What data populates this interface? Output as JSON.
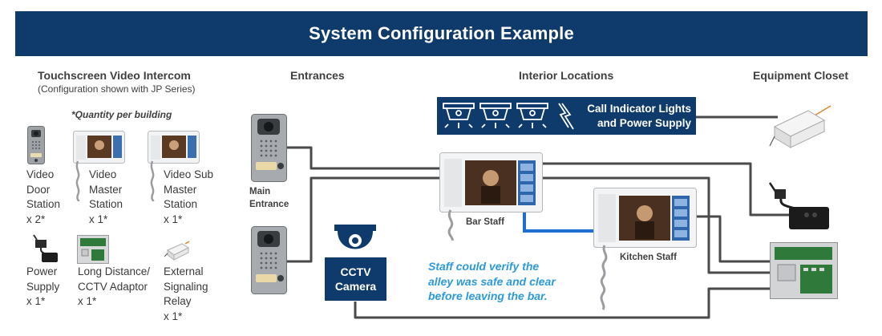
{
  "title": "System Configuration Example",
  "headers": {
    "intercom": "Touchscreen Video Intercom",
    "intercom_sub": "(Configuration shown with JP Series)",
    "entrances": "Entrances",
    "interior": "Interior Locations",
    "equipment": "Equipment Closet"
  },
  "quantity_note": "*Quantity per building",
  "components": [
    {
      "lines": [
        "Video",
        "Door",
        "Station",
        "x 2*"
      ]
    },
    {
      "lines": [
        "Video",
        "Master",
        "Station",
        "x 1*"
      ]
    },
    {
      "lines": [
        "Video Sub",
        "Master",
        "Station",
        "x 1*"
      ]
    },
    {
      "lines": [
        "Power",
        "Supply",
        "x 1*"
      ]
    },
    {
      "lines": [
        "Long Distance/",
        "CCTV Adaptor",
        "x 1*"
      ]
    },
    {
      "lines": [
        "External",
        "Signaling",
        "Relay",
        "x 1*"
      ]
    }
  ],
  "entrance_label": [
    "Main",
    "Entrance"
  ],
  "call_indicator": [
    "Call Indicator Lights",
    "and Power Supply"
  ],
  "bar_staff": "Bar Staff",
  "kitchen_staff": "Kitchen Staff",
  "cctv": [
    "CCTV",
    "Camera"
  ],
  "note": [
    "Staff could verify the",
    "alley was safe and clear",
    "before leaving the bar."
  ],
  "colors": {
    "banner": "#0f3b6c",
    "wire": "#4a4a4a",
    "highlight_wire": "#1f6fd1",
    "note_text": "#2c9ad8"
  }
}
